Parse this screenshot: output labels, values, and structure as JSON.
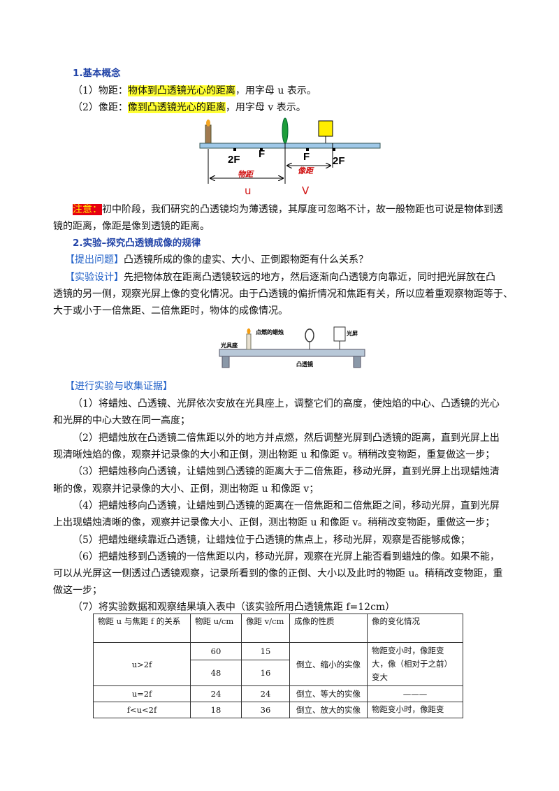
{
  "sec1": {
    "heading": "1.基本概念",
    "l1_pre": "（1）物距：",
    "l1_hl": "物体到凸透镜光心的距离",
    "l1_post": "，用字母 u 表示。",
    "l2_pre": "（2）像距：",
    "l2_hl": "像到凸透镜光心的距离",
    "l2_post": "，用字母 v 表示。"
  },
  "diagram1": {
    "label_2f_left": "2F",
    "label_f_left": "F",
    "label_f_right": "F",
    "label_2f_right": "2F",
    "object_distance": "物距",
    "image_distance": "像距",
    "u": "u",
    "v": "V"
  },
  "note": {
    "tag": "注意：",
    "text1": "初中阶段，我们研究的凸透镜均为薄透镜，其厚度可忽略不计，故一般物距也可说是物体到透",
    "text2": "镜的距离，像距是像到透镜的距离。"
  },
  "sec2": {
    "heading": "2.实验–探究凸透镜成像的规律",
    "q_tag": "【提出问题】",
    "q_text": "凸透镜所成的像的虚实、大小、正倒跟物距有什么关系？",
    "d_tag": "【实验设计】",
    "d1": "先把物体放在距离凸透镜较远的地方，然后逐渐向凸透镜方向靠近，同时把光屏放在凸",
    "d2": "透镜的另一侧，观察光屏上像的变化情况。由于凸透镜的偏折情况和焦距有关，所以应着重观察物距等于、",
    "d3": "大于或小于一倍焦距、二倍焦距时，物体的成像情况。"
  },
  "diagram2": {
    "candle": "点燃的蜡烛",
    "screen": "光屏",
    "bench": "光具座",
    "lens": "凸透镜"
  },
  "sec3": {
    "tag": "【进行实验与收集证据】",
    "s1a": "（1）将蜡烛、凸透镜、光屏依次安放在光具座上，调整它们的高度，使烛焰的中心、凸透镜的光心",
    "s1b": "和光屏的中心大致在同一高度；",
    "s2a": "（2）把蜡烛放在凸透镜二倍焦距以外的地方并点燃，然后调整光屏到凸透镜的距离，直到光屏上出",
    "s2b": "现清晰烛焰的像，观察并记录像的大小和正倒，测出物距 u 和像距 v。稍稍改变物距，重复做这一步；",
    "s3a": "（3）把蜡烛移向凸透镜，让蜡烛到凸透镜的距离大于二倍焦距，移动光屏，直到光屏上出现蜡烛清",
    "s3b": "晰的像，观察并记录像的大小、正倒，测出物距 u 和像距 v；",
    "s4a": "（4）把蜡烛移向凸透镜，让蜡烛到凸透镜的距离在一倍焦距和二倍焦距之间，移动光屏，直到光屏",
    "s4b": "上出现蜡烛清晰的像，观察并记录像大小、正倒，测出物距 u 和像距 v。稍稍改变物距，重做这一步；",
    "s5": "（5）把蜡烛继续靠近凸透镜，让蜡烛位于凸透镜的焦点上，移动光屏，观察是否能够成像；",
    "s6a": "（6）把蜡烛移到凸透镜的一倍焦距以内，移动光屏，观察在光屏上能否看到蜡烛的像。如果不能，",
    "s6b": "可以从光屏这一侧透过凸透镜观察，记录所看到的像的正倒、大小以及此时的物距 u。稍稍改变物距，重",
    "s6c": "做这一步；",
    "s7": "（7）将实验数据和观察结果填入表中（该实验所用凸透镜焦距 f=12cm）"
  },
  "table": {
    "h1": "物距 u 与焦距 f 的关系",
    "h2": "物距 u/cm",
    "h3": "像距 v/cm",
    "h4": "成像的性质",
    "h5": "像的变化情况",
    "r1_rel": "u>2f",
    "r1_u1": "60",
    "r1_v1": "15",
    "r1_u2": "48",
    "r1_v2": "16",
    "r1_prop": "倒立、缩小的实像",
    "r1_change": "物距变小时，像距变大，像（相对于之前）变大",
    "r2_rel": "u=2f",
    "r2_u": "24",
    "r2_v": "24",
    "r2_prop": "倒立、等大的实像",
    "r2_change": "———",
    "r3_rel": "f<u<2f",
    "r3_u": "18",
    "r3_v": "36",
    "r3_prop": "倒立、放大的实像",
    "r3_change": "物距变小时，像距变"
  }
}
